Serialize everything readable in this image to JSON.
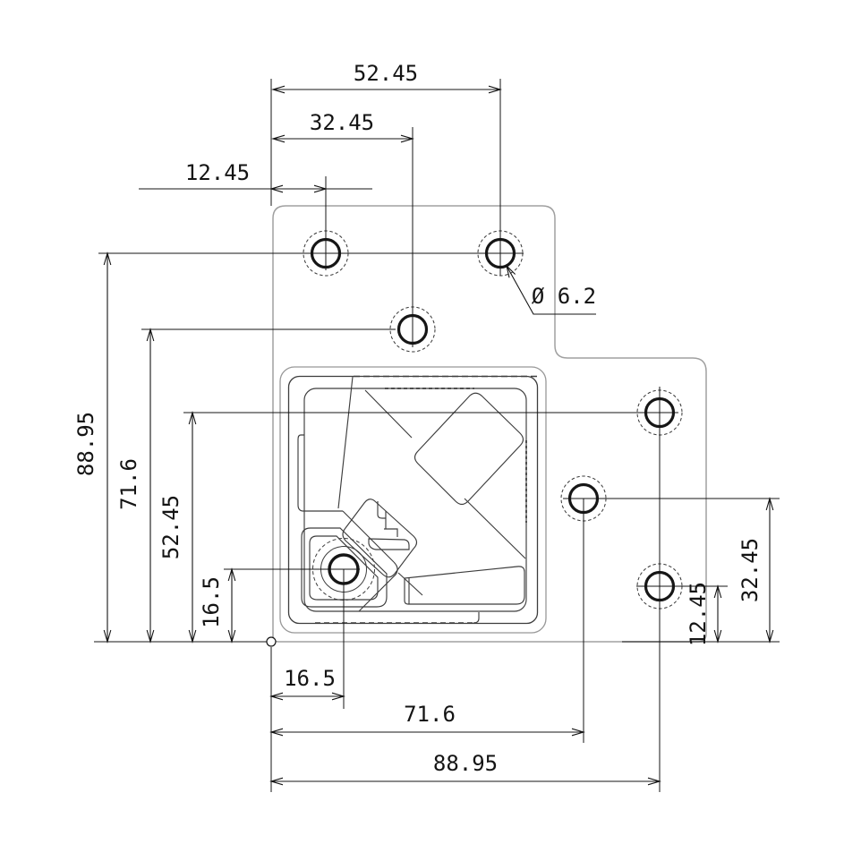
{
  "drawing": {
    "dimensions": {
      "top_outer": "52.45",
      "top_middle": "32.45",
      "top_inner": "12.45",
      "left_outer": "88.95",
      "left_middle": "71.6",
      "left_inner": "52.45",
      "left_small": "16.5",
      "right_outer": "32.45",
      "right_inner": "12.45",
      "bottom_small": "16.5",
      "bottom_middle": "71.6",
      "bottom_outer": "88.95",
      "hole_diameter_callout": "Ø 6.2"
    },
    "colors": {
      "dimension_lines": "#141414",
      "plate_outline": "#a0a0a0",
      "latch_outer": "#979797",
      "part_lines": "#3d3d3d",
      "hole_bold": "#161616",
      "hole_dashed": "#383838",
      "background": "#ffffff"
    }
  }
}
